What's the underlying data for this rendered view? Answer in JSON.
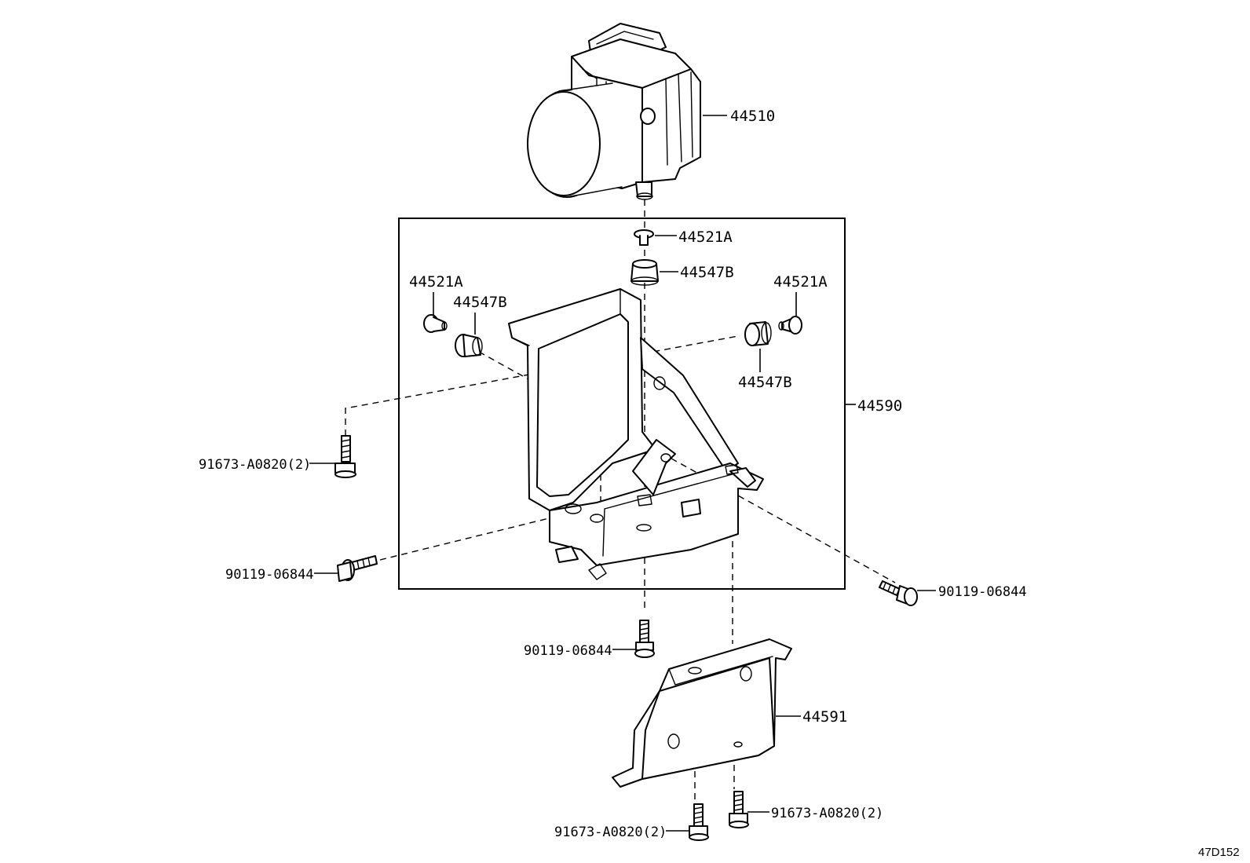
{
  "labels": {
    "l_44510": "44510",
    "l_44521A_top": "44521A",
    "l_44547B_top": "44547B",
    "l_44521A_left": "44521A",
    "l_44547B_left": "44547B",
    "l_44521A_right": "44521A",
    "l_44547B_right": "44547B",
    "l_44590": "44590",
    "l_91673_left": "91673-A0820(2)",
    "l_90119_left": "90119-06844",
    "l_90119_right": "90119-06844",
    "l_90119_bottom": "90119-06844",
    "l_44591": "44591",
    "l_91673_bl": "91673-A0820(2)",
    "l_91673_br": "91673-A0820(2)"
  },
  "figure_ref": "47D152"
}
